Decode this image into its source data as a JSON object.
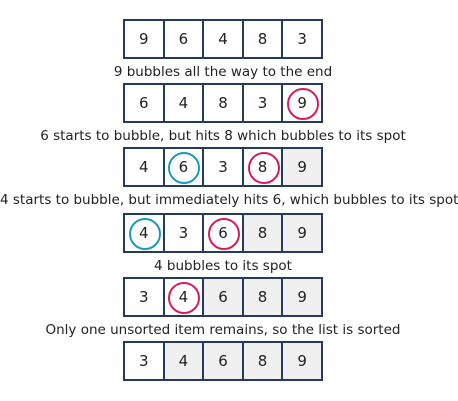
{
  "rows": [
    {
      "cells": [
        {
          "value": "9",
          "sorted": false,
          "ring": ""
        },
        {
          "value": "6",
          "sorted": false,
          "ring": ""
        },
        {
          "value": "4",
          "sorted": false,
          "ring": ""
        },
        {
          "value": "8",
          "sorted": false,
          "ring": ""
        },
        {
          "value": "3",
          "sorted": false,
          "ring": ""
        }
      ]
    },
    {
      "cells": [
        {
          "value": "6",
          "sorted": false,
          "ring": ""
        },
        {
          "value": "4",
          "sorted": false,
          "ring": ""
        },
        {
          "value": "8",
          "sorted": false,
          "ring": ""
        },
        {
          "value": "3",
          "sorted": false,
          "ring": ""
        },
        {
          "value": "9",
          "sorted": false,
          "ring": "pink"
        }
      ]
    },
    {
      "cells": [
        {
          "value": "4",
          "sorted": false,
          "ring": ""
        },
        {
          "value": "6",
          "sorted": false,
          "ring": "teal"
        },
        {
          "value": "3",
          "sorted": false,
          "ring": ""
        },
        {
          "value": "8",
          "sorted": false,
          "ring": "pink"
        },
        {
          "value": "9",
          "sorted": true,
          "ring": ""
        }
      ]
    },
    {
      "cells": [
        {
          "value": "4",
          "sorted": false,
          "ring": "teal"
        },
        {
          "value": "3",
          "sorted": false,
          "ring": ""
        },
        {
          "value": "6",
          "sorted": false,
          "ring": "pink"
        },
        {
          "value": "8",
          "sorted": true,
          "ring": ""
        },
        {
          "value": "9",
          "sorted": true,
          "ring": ""
        }
      ]
    },
    {
      "cells": [
        {
          "value": "3",
          "sorted": false,
          "ring": ""
        },
        {
          "value": "4",
          "sorted": false,
          "ring": "pink"
        },
        {
          "value": "6",
          "sorted": true,
          "ring": ""
        },
        {
          "value": "8",
          "sorted": true,
          "ring": ""
        },
        {
          "value": "9",
          "sorted": true,
          "ring": ""
        }
      ]
    },
    {
      "cells": [
        {
          "value": "3",
          "sorted": false,
          "ring": ""
        },
        {
          "value": "4",
          "sorted": true,
          "ring": ""
        },
        {
          "value": "6",
          "sorted": true,
          "ring": ""
        },
        {
          "value": "8",
          "sorted": true,
          "ring": ""
        },
        {
          "value": "9",
          "sorted": true,
          "ring": ""
        }
      ]
    }
  ],
  "captions": [
    "9 bubbles all the way to the end",
    "6 starts to bubble, but hits 8 which bubbles to its spot",
    "4 starts to bubble, but immediately hits 6, which bubbles to its spot",
    "4 bubbles to its spot",
    "Only one unsorted item remains, so the list is sorted"
  ],
  "colors": {
    "border": "#243b5e",
    "sorted_fill": "#f0f0f0",
    "ring_pink": "#d81b60",
    "ring_teal": "#1a9bb5"
  }
}
